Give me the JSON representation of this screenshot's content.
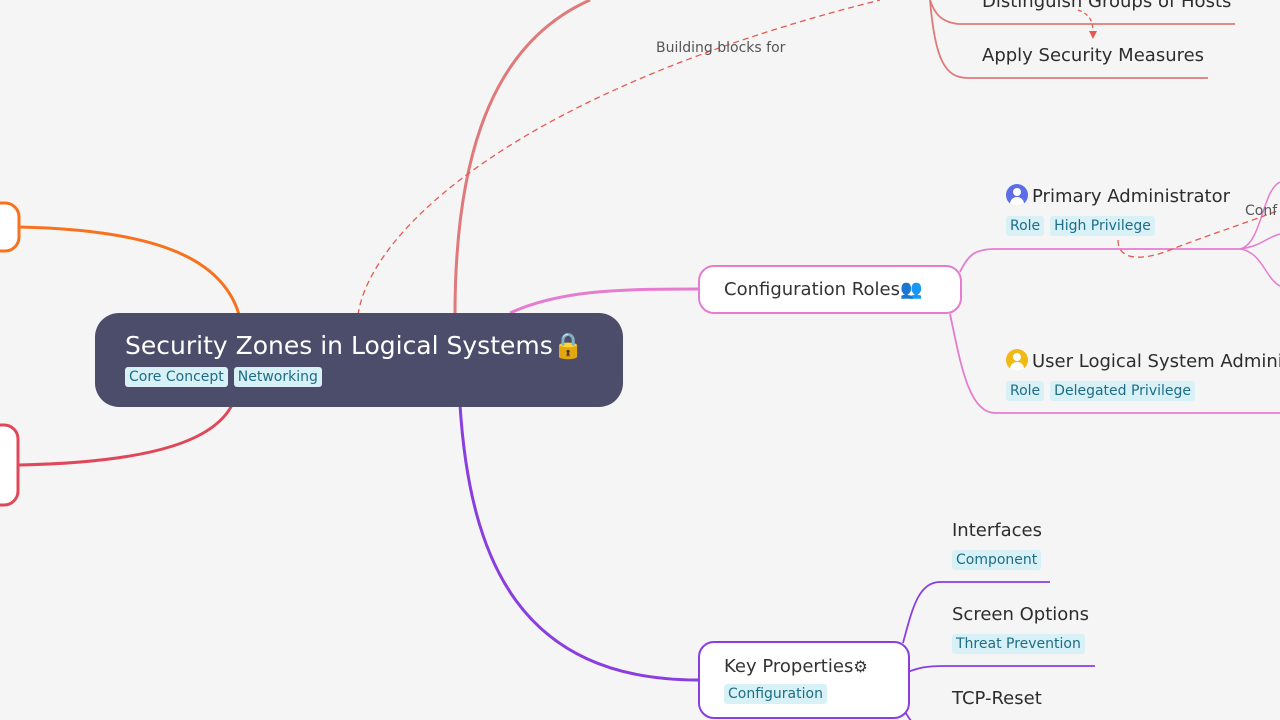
{
  "root": {
    "title": "Security Zones in Logical Systems",
    "icon": "🔒",
    "tags": [
      "Core Concept",
      "Networking"
    ]
  },
  "nodes": {
    "distinguish_groups": {
      "label": "Distinguish Groups of Hosts"
    },
    "apply_security": {
      "label": "Apply Security Measures"
    },
    "config_roles": {
      "label": "Configuration Roles",
      "icon": "👥"
    },
    "primary_admin": {
      "label": "Primary Administrator",
      "tags": [
        "Role",
        "High Privilege"
      ]
    },
    "user_ls_admin": {
      "label": "User Logical System Admini",
      "tags": [
        "Role",
        "Delegated Privilege"
      ]
    },
    "key_properties": {
      "label": "Key Properties",
      "icon": "⚙",
      "tags": [
        "Configuration"
      ]
    },
    "interfaces": {
      "label": "Interfaces",
      "tags": [
        "Component"
      ]
    },
    "screen_options": {
      "label": "Screen Options",
      "tags": [
        "Threat Prevention"
      ]
    },
    "tcp_reset": {
      "label": "TCP-Reset"
    }
  },
  "edge_labels": {
    "building_blocks": "Building blocks for",
    "conf_partial": "Conf"
  },
  "colors": {
    "root_bg": "#4b4d6b",
    "branch_red": "#e07a7a",
    "branch_pink": "#e57cd0",
    "branch_purple": "#8a3ee0",
    "branch_orange": "#f7721e",
    "branch_crimson": "#e0485a",
    "tag_bg": "#d7f1f7",
    "tag_text": "#1f6c86",
    "avatar_blue": "#5b6ee8",
    "avatar_yellow": "#f0b914"
  }
}
